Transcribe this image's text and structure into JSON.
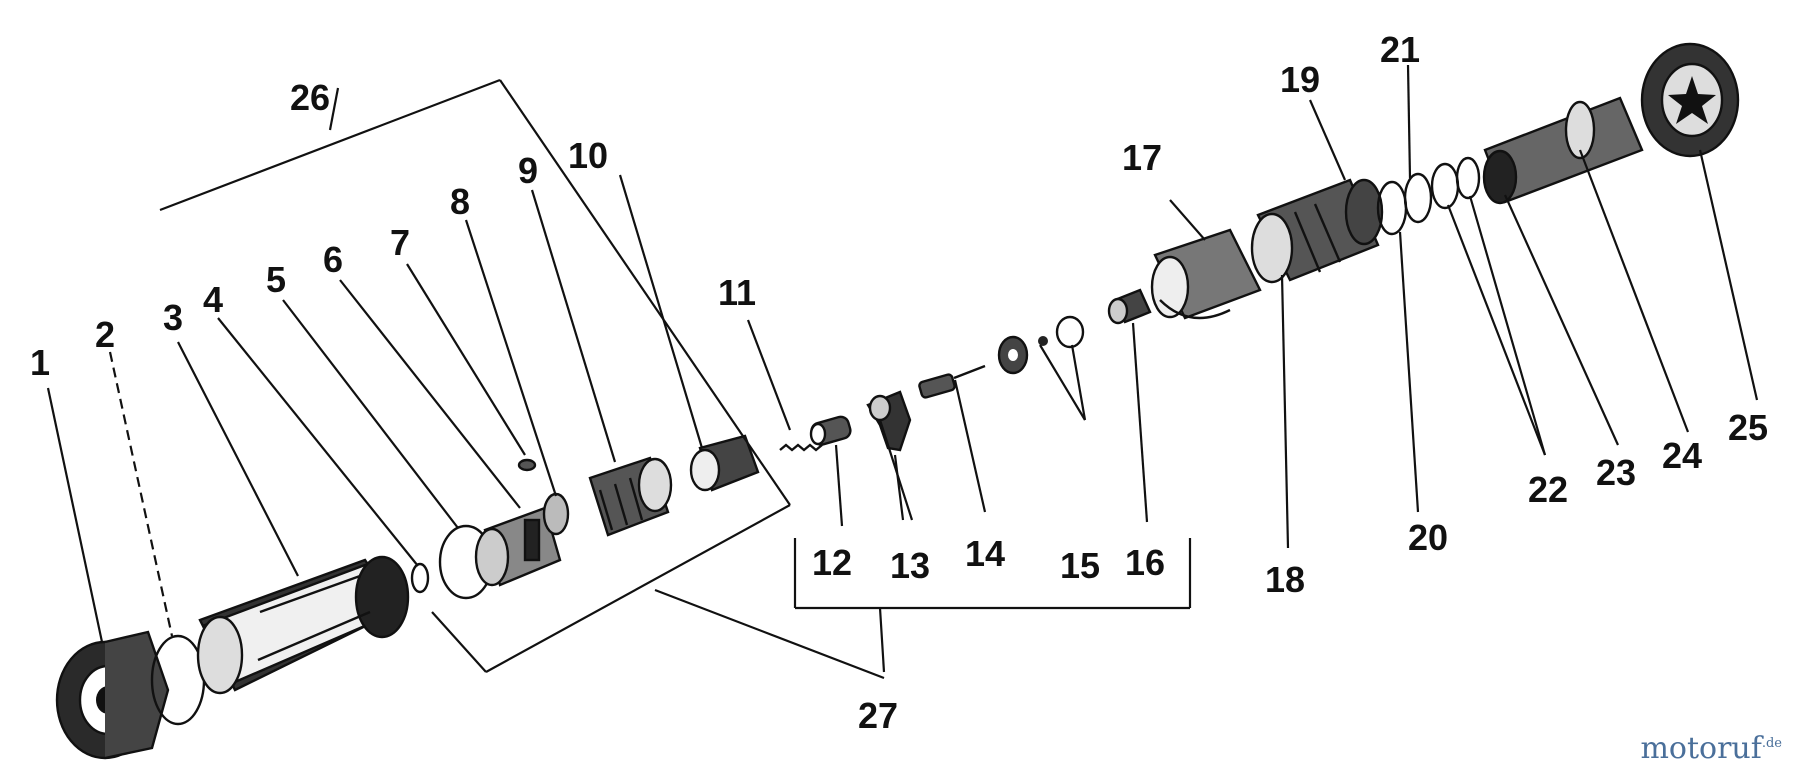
{
  "diagram": {
    "callouts": [
      "1",
      "2",
      "3",
      "4",
      "5",
      "6",
      "7",
      "8",
      "9",
      "10",
      "11",
      "12",
      "13",
      "14",
      "15",
      "16",
      "17",
      "18",
      "19",
      "20",
      "21",
      "22",
      "23",
      "24",
      "25",
      "26",
      "27"
    ]
  },
  "watermark": {
    "brand": "motoruf",
    "tld": ".de"
  },
  "colors": {
    "ink": "#111111",
    "paper": "#ffffff",
    "watermark": "#4a6f9a"
  }
}
